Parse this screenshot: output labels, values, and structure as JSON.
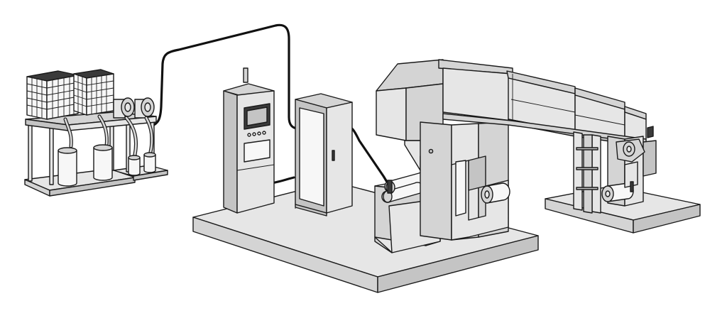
{
  "figure": {
    "colors": {
      "outline": "#1a1a1a",
      "surface_light": "#e6e6e6",
      "surface_mid": "#d4d4d4",
      "surface_dark": "#c4c4c4",
      "cable": "#111111",
      "background": "#ffffff"
    },
    "components": [
      "chiller-unit",
      "control-panel",
      "electrical-cabinet",
      "unwind-roller-stand",
      "coating-section",
      "dryer-oven",
      "rewind-stand",
      "interconnect-cable"
    ]
  }
}
